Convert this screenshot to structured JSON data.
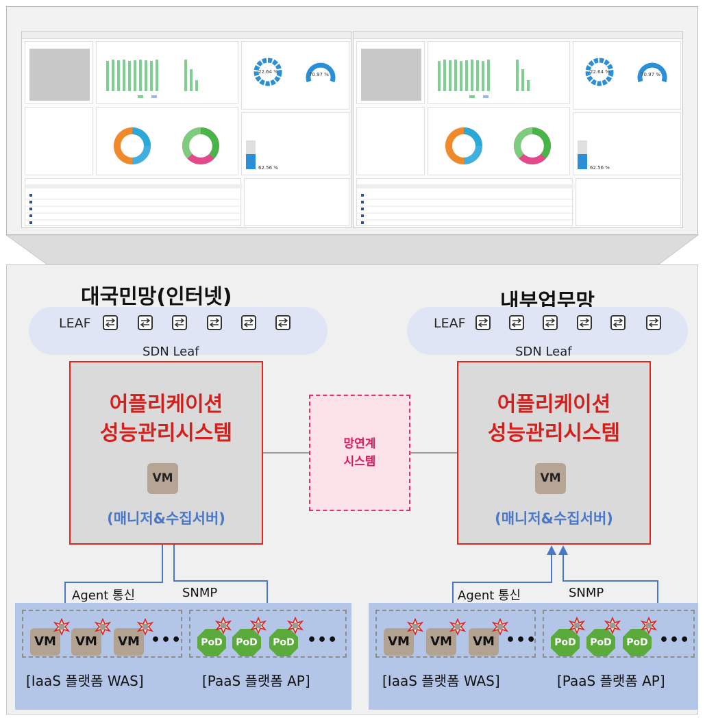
{
  "left_network": {
    "title": "대국민망(인터넷)",
    "leaf_label": "LEAF",
    "sdn_label": "SDN Leaf",
    "apm_title_line1": "어플리케이션",
    "apm_title_line2": "성능관리시스템",
    "vm_label": "VM",
    "manager_label": "(매니저&수집서버)",
    "agent_label": "Agent 통신",
    "snmp_label": "SNMP",
    "iaas_label": "[IaaS 플랫폼 WAS]",
    "paas_label": "[PaaS 플랫폼 AP]",
    "vm_items": [
      "VM",
      "VM",
      "VM"
    ],
    "pod_items": [
      "PoD",
      "PoD",
      "PoD"
    ],
    "ellipsis": "•••"
  },
  "right_network": {
    "title": "내부업무망",
    "leaf_label": "LEAF",
    "sdn_label": "SDN Leaf",
    "apm_title_line1": "어플리케이션",
    "apm_title_line2": "성능관리시스템",
    "vm_label": "VM",
    "manager_label": "(매니저&수집서버)",
    "agent_label": "Agent 통신",
    "snmp_label": "SNMP",
    "iaas_label": "[IaaS 플랫폼 WAS]",
    "paas_label": "[PaaS 플랫폼 AP]",
    "vm_items": [
      "VM",
      "VM",
      "VM"
    ],
    "pod_items": [
      "PoD",
      "PoD",
      "PoD"
    ],
    "ellipsis": "•••"
  },
  "link_system": {
    "line1": "망연계",
    "line2": "시스템"
  },
  "dashboards": [
    {
      "gauge1": "22.64 %",
      "gauge2": "70.97 %",
      "storage": "62.56 %"
    },
    {
      "gauge1": "22.64 %",
      "gauge2": "70.97 %",
      "storage": "62.56 %"
    }
  ],
  "colors": {
    "apm_border": "#e8221c",
    "apm_title": "#d4201c",
    "manager_text": "#4a78c8",
    "link_border": "#e0306a",
    "link_text": "#d81b60",
    "platform_bg": "#b3c6e7",
    "cloud_bg": "#dfe5f4",
    "arrow": "#4a78c8",
    "pod_green": "#5aaa3c",
    "vm_brown": "#b2a292"
  }
}
